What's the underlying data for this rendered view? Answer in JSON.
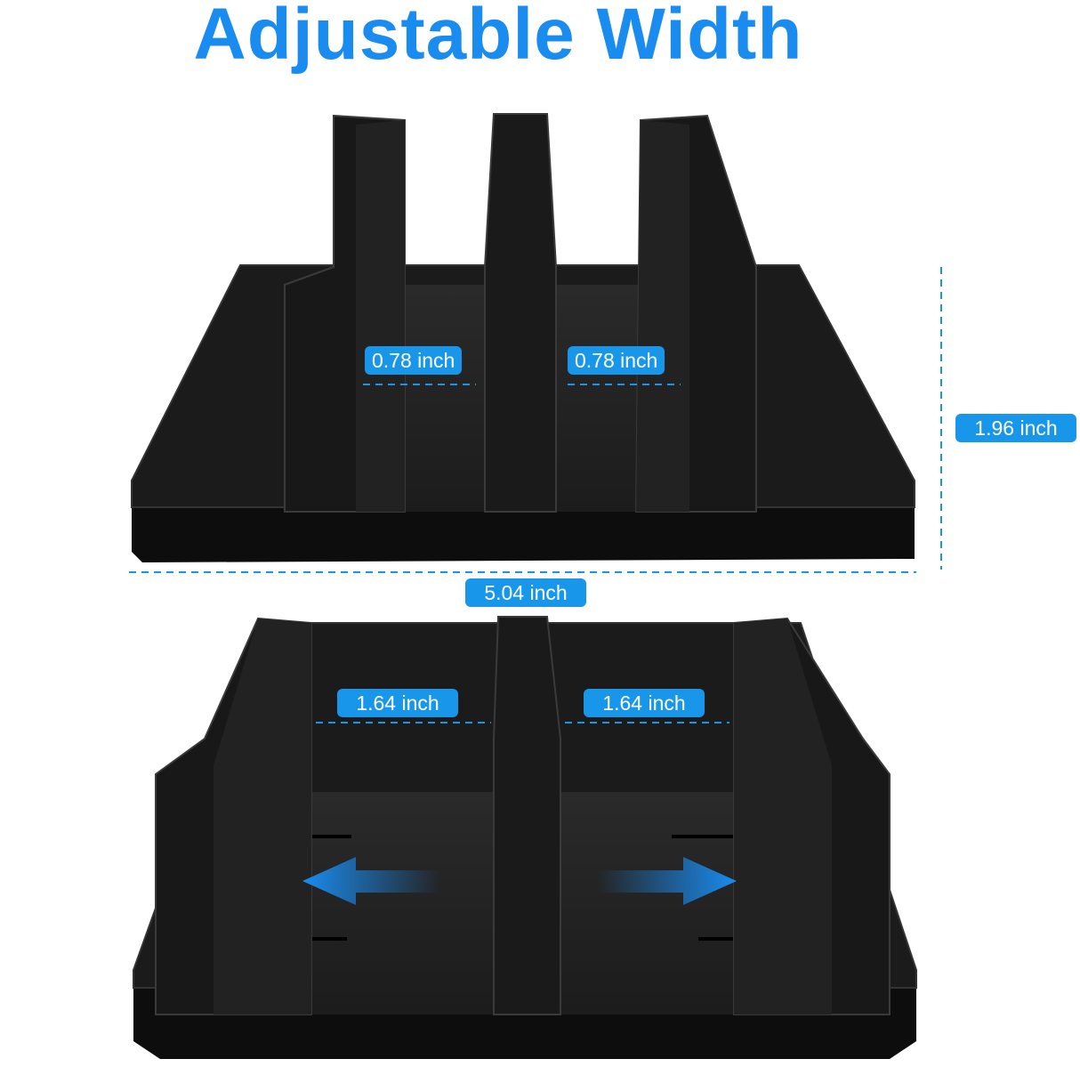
{
  "title": "Adjustable Width",
  "colors": {
    "accent": "#1a8cf0",
    "label_bg": "#1896ea",
    "stand": "#151515"
  },
  "top_stand": {
    "slot_widths": [
      "0.78 inch",
      "0.78 inch"
    ],
    "height": "1.96 inch",
    "base_width": "5.04 inch"
  },
  "bottom_stand": {
    "slot_widths": [
      "1.64 inch",
      "1.64 inch"
    ],
    "icons": [
      "arrow-left-icon",
      "arrow-right-icon"
    ]
  }
}
